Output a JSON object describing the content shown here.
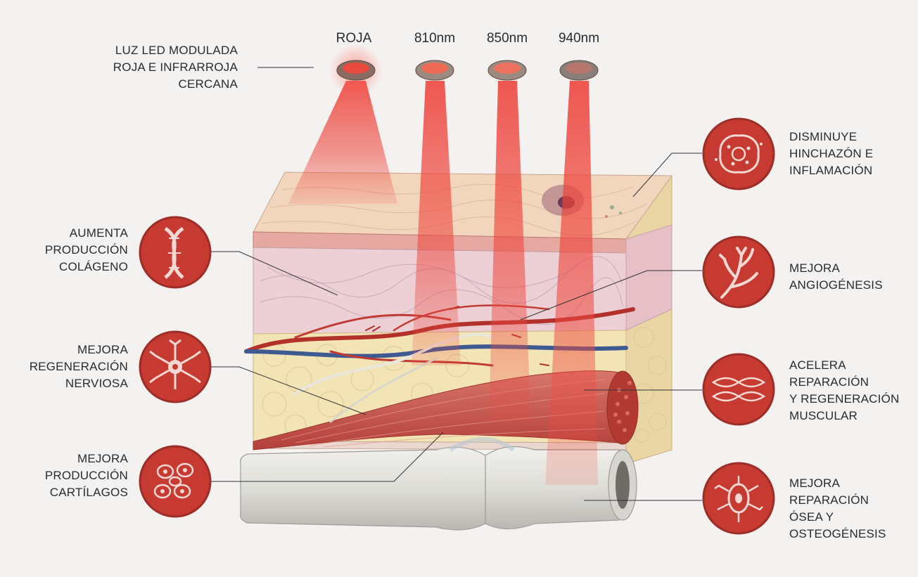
{
  "header": {
    "title_lines": [
      "LUZ LED MODULADA",
      "ROJA E INFRARROJA",
      "CERCANA"
    ]
  },
  "emitters": [
    {
      "label": "ROJA",
      "color": "#e23b3b"
    },
    {
      "label": "810nm",
      "color": "#e24a45"
    },
    {
      "label": "850nm",
      "color": "#e0504a"
    },
    {
      "label": "940nm",
      "color": "#d95a52"
    }
  ],
  "benefits_left": [
    {
      "icon": "collagen-helix-icon",
      "lines": [
        "AUMENTA",
        "PRODUCCIÓN",
        "COLÁGENO"
      ]
    },
    {
      "icon": "neuron-icon",
      "lines": [
        "MEJORA",
        "REGENERACIÓN",
        "NERVIOSA"
      ]
    },
    {
      "icon": "cartilage-cells-icon",
      "lines": [
        "MEJORA",
        "PRODUCCIÓN",
        "CARTÍLAGOS"
      ]
    }
  ],
  "benefits_right": [
    {
      "icon": "inflammation-cell-icon",
      "lines": [
        "DISMINUYE",
        "HINCHAZÓN E",
        "INFLAMACIÓN"
      ]
    },
    {
      "icon": "blood-vessel-branch-icon",
      "lines": [
        "MEJORA",
        "ANGIOGÉNESIS"
      ]
    },
    {
      "icon": "muscle-fiber-icon",
      "lines": [
        "ACELERA",
        "REPARACIÓN",
        "Y REGENERACIÓN",
        "MUSCULAR"
      ]
    },
    {
      "icon": "osteocyte-icon",
      "lines": [
        "MEJORA",
        "REPARACIÓN",
        "ÓSEA Y",
        "OSTEOGÉNESIS"
      ]
    }
  ],
  "colors": {
    "accent_red": "#d9473f",
    "icon_ring": "#b83a33",
    "beam": "#e8403a",
    "skin": "#f1d2b8",
    "fat": "#f2e4b4",
    "muscle": "#c9564e",
    "bone": "#deddd8"
  }
}
